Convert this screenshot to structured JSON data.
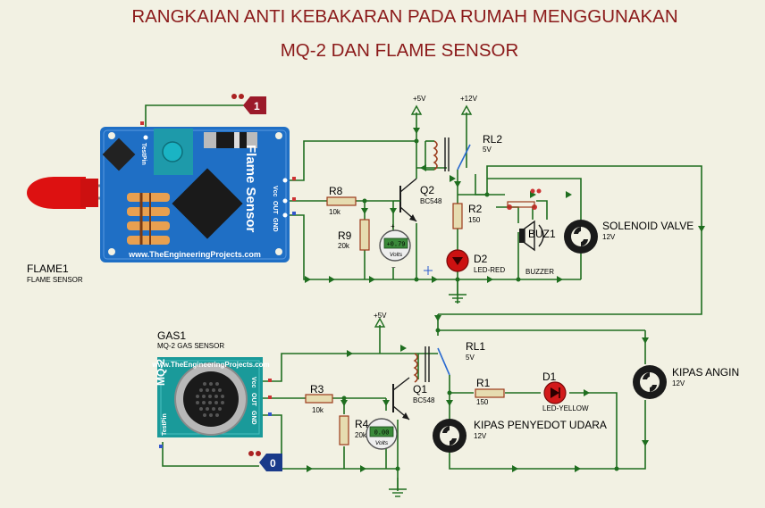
{
  "title": {
    "line1": "RANGKAIAN ANTI KEBAKARAN PADA RUMAH MENGGUNAKAN",
    "line2": "MQ-2 DAN FLAME SENSOR"
  },
  "flame_sensor": {
    "ref": "FLAME1",
    "type": "FLAME SENSOR",
    "board_name": "Flame Sensor",
    "website": "www.TheEngineeringProjects.com",
    "pins": [
      "Vcc",
      "OUT",
      "GND"
    ],
    "test_pin": "TestPin"
  },
  "gas_sensor": {
    "ref": "GAS1",
    "type": "MQ-2 GAS SENSOR",
    "board_name": "MQ-2",
    "website": "www.TheEngineeringProjects.com",
    "pins": [
      "Vcc",
      "OUT",
      "GND"
    ],
    "test_pin": "TestPin"
  },
  "terminals": {
    "t1": "1",
    "t0": "0"
  },
  "power": {
    "p5v_top": "+5V",
    "p12v_top": "+12V",
    "p5v_bottom": "+5V"
  },
  "components": {
    "rl2": {
      "ref": "RL2",
      "value": "5V"
    },
    "rl1": {
      "ref": "RL1",
      "value": "5V"
    },
    "q2": {
      "ref": "Q2",
      "value": "BC548"
    },
    "q1": {
      "ref": "Q1",
      "value": "BC548"
    },
    "r8": {
      "ref": "R8",
      "value": "10k"
    },
    "r9": {
      "ref": "R9",
      "value": "20k"
    },
    "r2": {
      "ref": "R2",
      "value": "150"
    },
    "r3": {
      "ref": "R3",
      "value": "10k"
    },
    "r4": {
      "ref": "R4",
      "value": "20k"
    },
    "r1": {
      "ref": "R1",
      "value": "150"
    },
    "d2": {
      "ref": "D2",
      "value": "LED-RED"
    },
    "d1": {
      "ref": "D1",
      "value": "LED-YELLOW"
    },
    "buz1": {
      "ref": "BUZ1",
      "value": "BUZZER"
    }
  },
  "meters": {
    "top": {
      "reading": "+0.79",
      "unit": "Volts"
    },
    "bottom": {
      "reading": "0.00",
      "unit": "Volts"
    }
  },
  "loads": {
    "solenoid": {
      "name": "SOLENOID VALVE",
      "value": "12V"
    },
    "kipas_angin": {
      "name": "KIPAS ANGIN",
      "value": "12V"
    },
    "kipas_penyedot": {
      "name": "KIPAS PENYEDOT UDARA",
      "value": "12V"
    }
  },
  "colors": {
    "wire": "#1f6e1f",
    "title": "#8b1a1a",
    "background": "#f2f1e3",
    "board_blue": "#1f6fc5",
    "board_teal": "#1a9a9a",
    "led_red": "#cc1111",
    "led_yellow": "#cc2222"
  }
}
